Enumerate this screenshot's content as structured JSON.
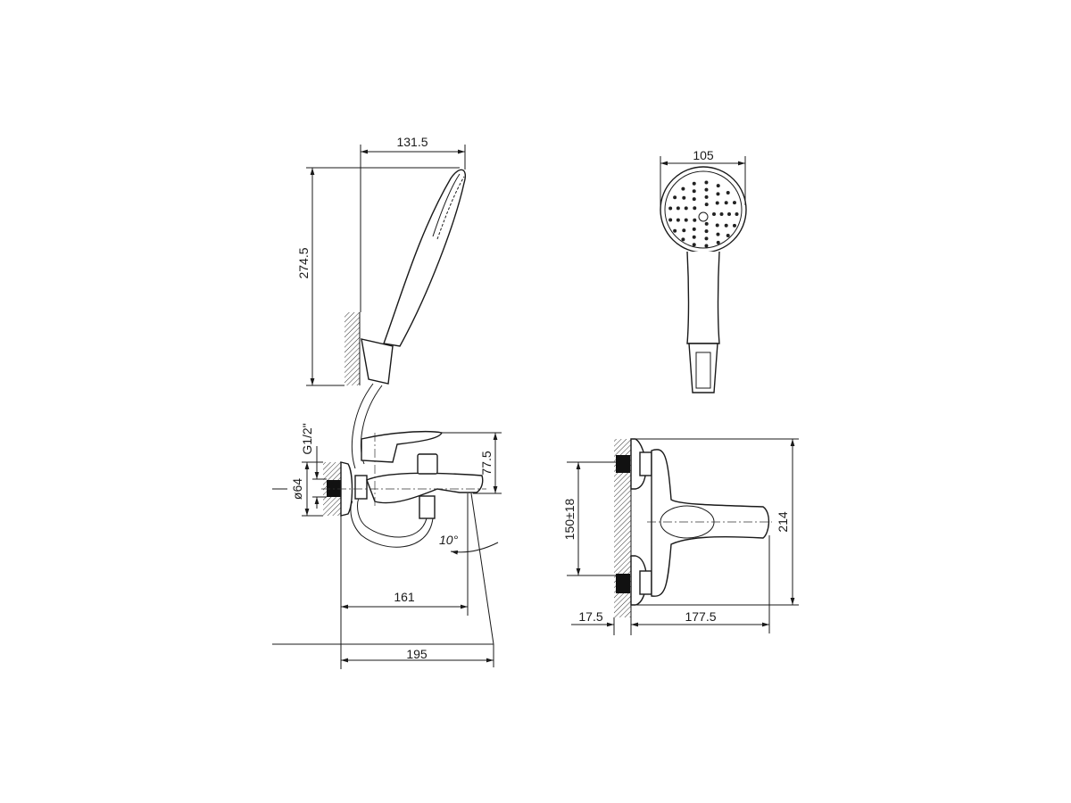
{
  "drawing": {
    "side_view": {
      "handshower_width": "131.5",
      "handshower_height": "274.5",
      "thread": "G1/2\"",
      "flange_diameter": "ø64",
      "spout_height": "77.5",
      "spout_angle": "10°",
      "spout_reach": "161",
      "total_reach": "195"
    },
    "handshower_front": {
      "head_diameter": "105"
    },
    "front_view": {
      "inlet_spacing": "150±18",
      "total_height": "214",
      "wall_offset": "17.5",
      "body_depth": "177.5"
    }
  },
  "colors": {
    "line": "#1a1a1a",
    "background": "#ffffff"
  }
}
